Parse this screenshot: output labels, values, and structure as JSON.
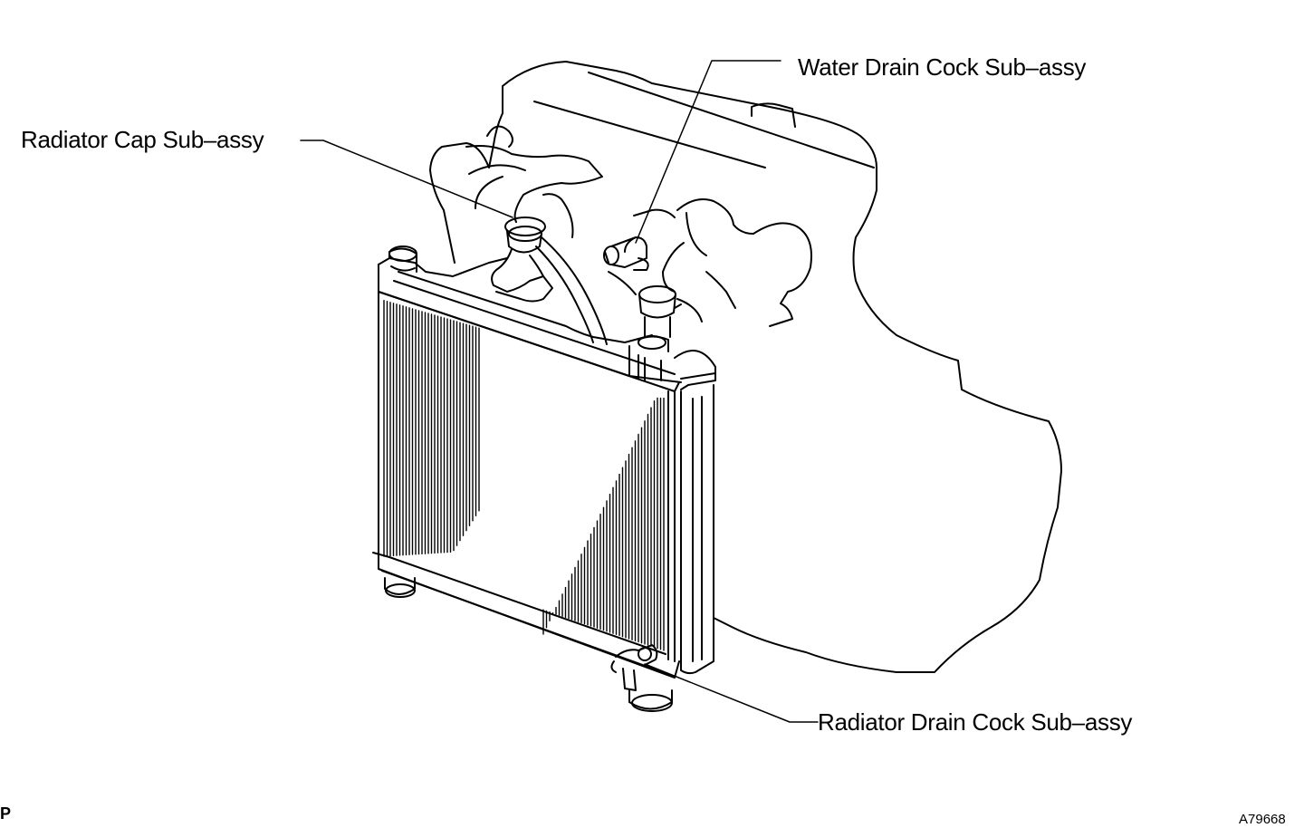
{
  "labels": {
    "water_drain_cock": "Water Drain Cock Sub–assy",
    "radiator_cap": "Radiator Cap Sub–assy",
    "radiator_drain_cock": "Radiator Drain Cock Sub–assy"
  },
  "figure_id": "A79668",
  "corner_mark": "P",
  "colors": {
    "ink": "#000000",
    "paper": "#ffffff"
  }
}
